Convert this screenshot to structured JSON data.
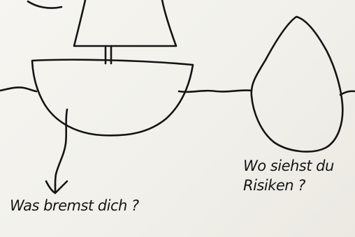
{
  "image": {
    "description_kind": "hand-drawn sketch on paper",
    "ink_color": "#141414",
    "paper_color": "#f2f1ec"
  },
  "labels": {
    "brakes_question": "Was bremst dich ?",
    "risks_question_line1": "Wo siehst du",
    "risks_question_line2": "Risiken ?"
  }
}
